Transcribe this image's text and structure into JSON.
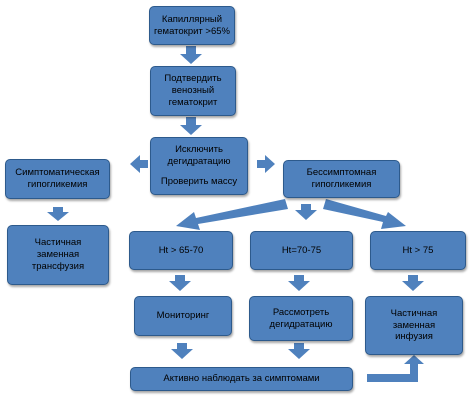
{
  "nodes": {
    "capillary": [
      "Капиллярный",
      "гематокрит >65%"
    ],
    "confirm": [
      "Подтвердить",
      "венозный",
      "гематокрит"
    ],
    "exclude": [
      "Исключить",
      "дегидратацию",
      "Проверить массу"
    ],
    "symptomatic": [
      "Симптоматическая",
      "гипогликемия"
    ],
    "asymptomatic": [
      "Бессимптомная",
      "гипогликемия"
    ],
    "partial_transfusion": [
      "Частичная",
      "заменная",
      "трансфузия"
    ],
    "ht_65_70": [
      "Ht > 65-70"
    ],
    "ht_70_75": [
      "Ht=70-75"
    ],
    "ht_75": [
      "Ht > 75"
    ],
    "monitoring": [
      "Мониторинг"
    ],
    "consider": [
      "Рассмотреть",
      "дегидратацию"
    ],
    "partial_infusion": [
      "Частичная",
      "заменная",
      "инфузия"
    ],
    "observe": [
      "Активно наблюдать за симптомами"
    ]
  },
  "colors": {
    "box_fill": "#4f81bd",
    "box_border": "#2d5a8c",
    "arrow": "#4f81bd"
  }
}
